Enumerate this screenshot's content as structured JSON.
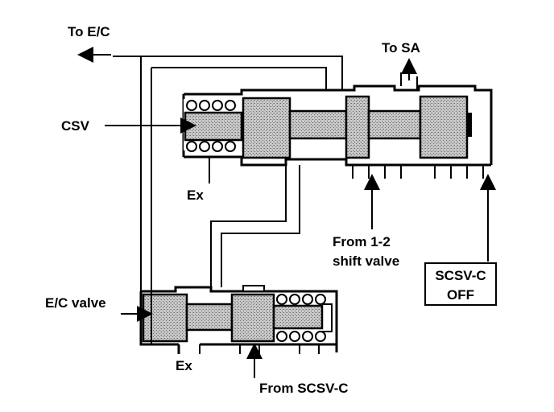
{
  "labels": {
    "to_ec": "To E/C",
    "to_sa": "To SA",
    "csv": "CSV",
    "ex_top": "Ex",
    "from_12_line1": "From 1-2",
    "from_12_line2": "shift valve",
    "scsvc_off_line1": "SCSV-C",
    "scsvc_off_line2": "OFF",
    "ec_valve": "E/C valve",
    "ex_bottom": "Ex",
    "from_scsvc": "From SCSV-C"
  },
  "colors": {
    "ink": "#000000",
    "stipple": "#bdbdbd",
    "background": "#ffffff"
  }
}
